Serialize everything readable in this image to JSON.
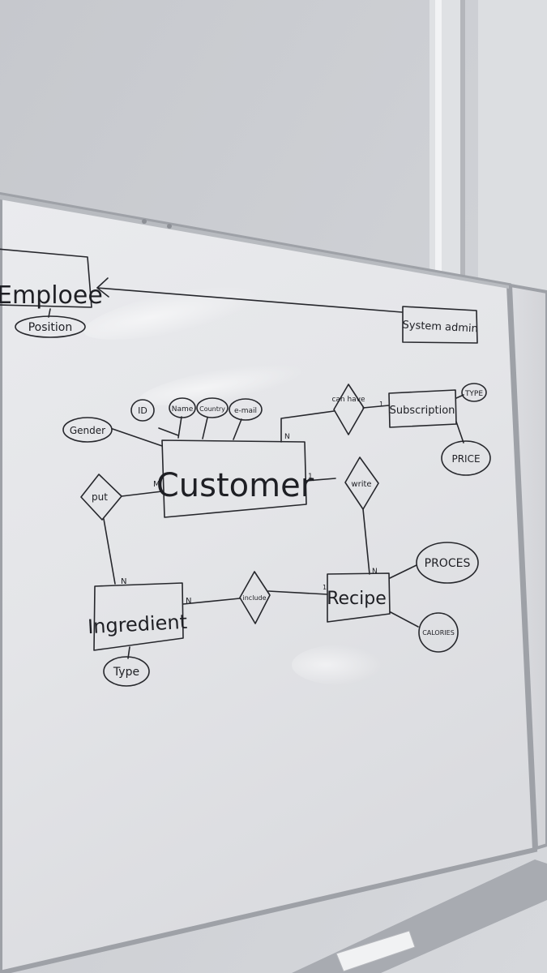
{
  "diagram": {
    "entities": {
      "employee": "Emploee",
      "system_admin": "System admin",
      "subscription": "Subscription",
      "customer": "Customer",
      "ingredient": "Ingredient",
      "recipe": "Recipe"
    },
    "relationships": {
      "can_have": "can have",
      "write": "write",
      "put": "put",
      "include": "include"
    },
    "attributes": {
      "position": "Position",
      "type_subscription": "TYPE",
      "price": "PRICE",
      "id": "ID",
      "name": "Name",
      "country": "Country",
      "email": "e-mail",
      "gender": "Gender",
      "proces": "PROCES",
      "calories": "CALORIES",
      "type_ingredient": "Type"
    },
    "cardinalities": {
      "customer_can_have": "N",
      "subscription_can_have": "1",
      "customer_write": "1",
      "recipe_write": "N",
      "customer_put": "M",
      "ingredient_put": "N",
      "ingredient_include": "N",
      "recipe_include": "1"
    }
  }
}
